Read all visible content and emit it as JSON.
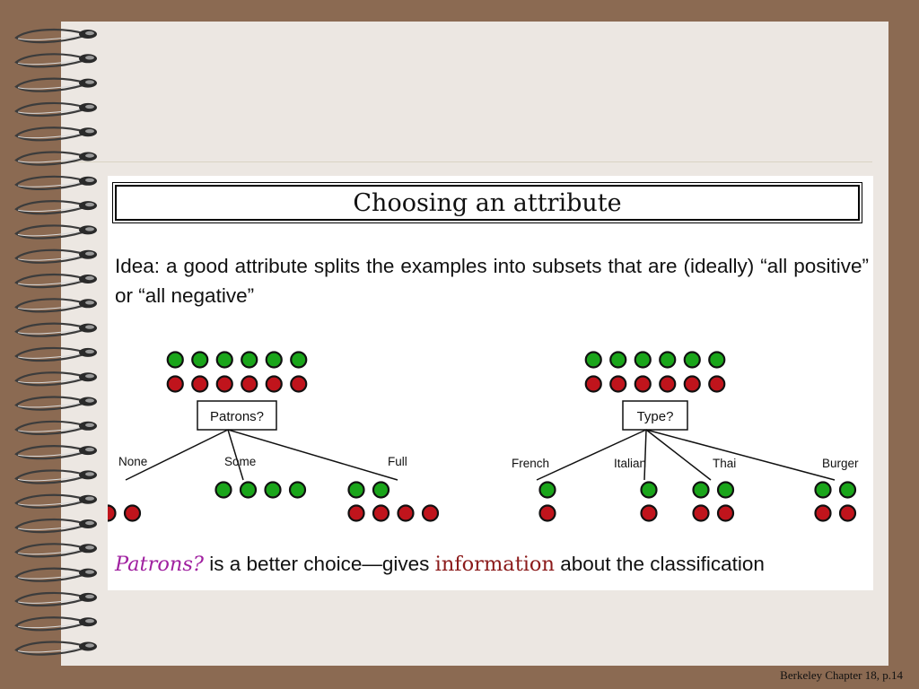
{
  "slide": {
    "title": "Choosing an attribute",
    "idea_text": "Idea: a good attribute splits the examples into subsets that are (ideally) “all positive” or “all negative”",
    "conclusion": {
      "attribute": "Patrons?",
      "text_before": " is a better choice—gives ",
      "highlight": "information",
      "text_after": " about the classification"
    }
  },
  "footer": "Berkeley Chapter 18, p.14",
  "colors": {
    "positive": "#1aa51a",
    "negative": "#c0141c",
    "attribute_highlight": "#a020a0",
    "information_highlight": "#8b1a1a"
  },
  "trees": [
    {
      "attribute": "Patrons?",
      "root": {
        "positive": 6,
        "negative": 6
      },
      "branches": [
        {
          "label": "None",
          "positive": 0,
          "negative": 2
        },
        {
          "label": "Some",
          "positive": 4,
          "negative": 0
        },
        {
          "label": "Full",
          "positive": 2,
          "negative": 4
        }
      ]
    },
    {
      "attribute": "Type?",
      "root": {
        "positive": 6,
        "negative": 6
      },
      "branches": [
        {
          "label": "French",
          "positive": 1,
          "negative": 1
        },
        {
          "label": "Italian",
          "positive": 1,
          "negative": 1
        },
        {
          "label": "Thai",
          "positive": 2,
          "negative": 2
        },
        {
          "label": "Burger",
          "positive": 2,
          "negative": 2
        }
      ]
    }
  ]
}
